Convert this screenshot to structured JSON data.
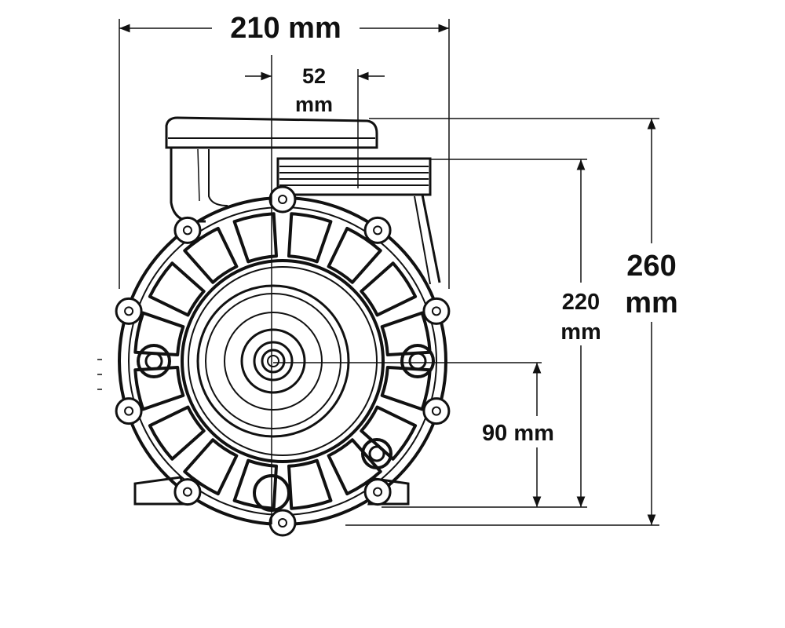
{
  "dimensions": {
    "width": "210 mm",
    "shaft_width_value": "52",
    "shaft_width_unit": "mm",
    "height_value": "260",
    "height_unit": "mm",
    "outlet_height_value": "220",
    "outlet_height_unit": "mm",
    "axis_height": "90 mm"
  },
  "colors": {
    "line": "#111111",
    "background": "#ffffff"
  }
}
